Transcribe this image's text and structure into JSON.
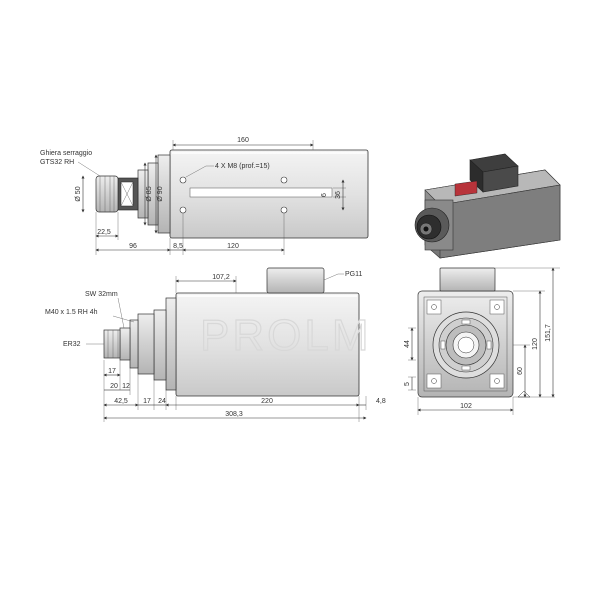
{
  "watermark": "PROLM",
  "top_view": {
    "collet_label_line1": "Ghiera serraggio",
    "collet_label_line2": "GTS32 RH",
    "holes_label": "4 X M8 (prof.=15)",
    "dims": {
      "d160": "160",
      "phi50": "Ø 50",
      "phi85": "Ø 85",
      "phi90": "Ø 90",
      "d22_5": "22,5",
      "d96": "96",
      "d8_5": "8,5",
      "d120": "120",
      "d6": "6",
      "d36": "36"
    }
  },
  "side_view": {
    "sw_label": "SW 32mm",
    "thread_label": "M40 x 1.5 RH 4h",
    "er_label": "ER32",
    "pg_label": "PG11",
    "dims": {
      "d107_2": "107,2",
      "d17a": "17",
      "d20": "20",
      "d12": "12",
      "d42_5": "42,5",
      "d17b": "17",
      "d24": "24",
      "d220": "220",
      "d4_8": "4,8",
      "d308_3": "308,3"
    }
  },
  "front_view": {
    "dims": {
      "d151_7": "151,7",
      "d120": "120",
      "d44": "44",
      "d60": "60",
      "d5": "5",
      "d102": "102"
    }
  }
}
